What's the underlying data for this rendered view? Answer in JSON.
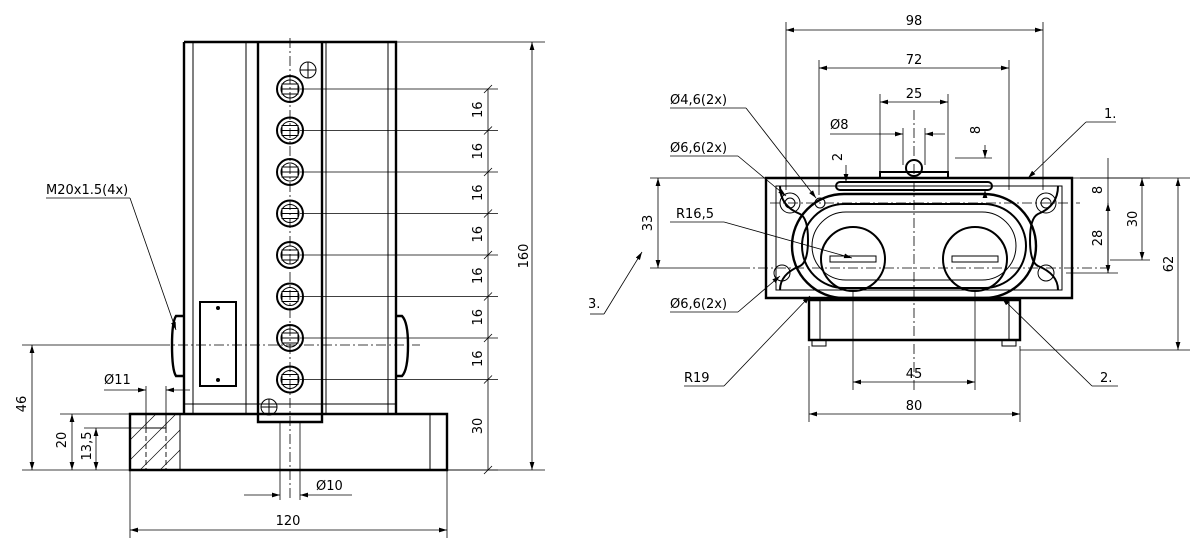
{
  "side_view": {
    "dims": {
      "height_total": "160",
      "width_total": "120",
      "base_height": "30",
      "pitch": "16",
      "pitch_count": 7,
      "bore_height": "46",
      "flange_20": "20",
      "flange_13_5": "13,5",
      "hole_d11": "Ø11",
      "hole_d10": "Ø10"
    },
    "thread_label": "M20x1.5(4x)"
  },
  "front_view": {
    "dims": {
      "w98": "98",
      "w72": "72",
      "w25": "25",
      "w45": "45",
      "w80": "80",
      "h33": "33",
      "h62": "62",
      "h30": "30",
      "h28": "28",
      "h8a": "8",
      "h8b": "8",
      "h2": "2",
      "d8": "Ø8",
      "d4_6": "Ø4,6(2x)",
      "d6_6_top": "Ø6,6(2x)",
      "d6_6_bottom": "Ø6,6(2x)",
      "r16_5": "R16,5",
      "r19": "R19"
    },
    "callouts": {
      "c1": "1.",
      "c2": "2.",
      "c3": "3."
    }
  }
}
